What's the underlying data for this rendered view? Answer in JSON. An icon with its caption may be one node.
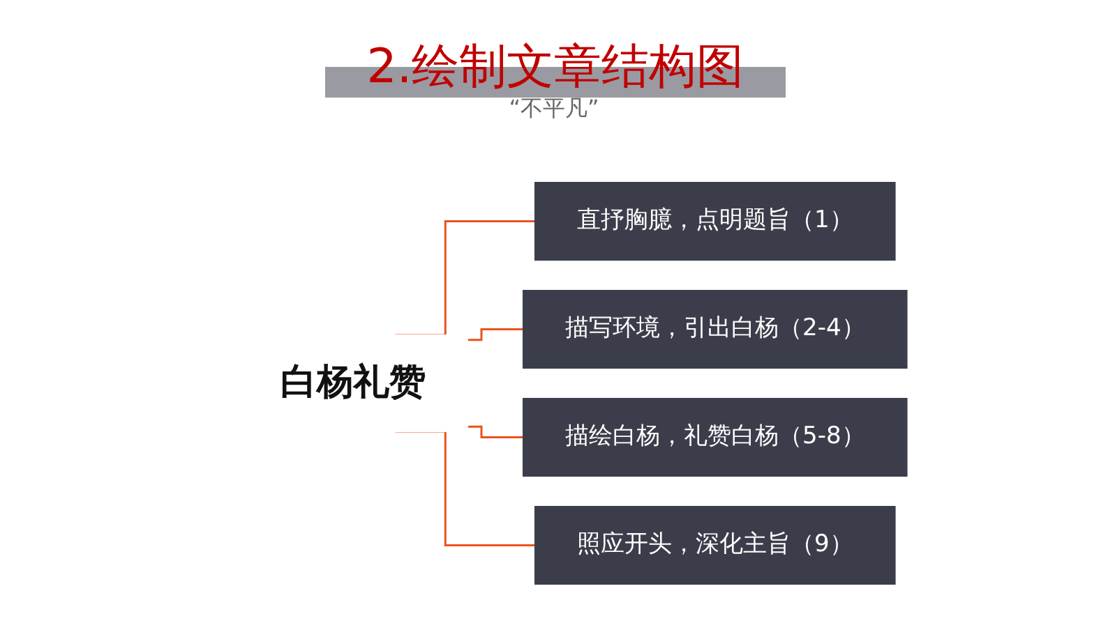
{
  "diagram": {
    "title": "2.绘制文章结构图",
    "nodes": [
      {
        "text": [
          "白杨礼赞"
        ]
      },
      {
        "text": [
          "直抒胸臆，点明题旨（1）"
        ]
      },
      {
        "text": [
          "描写环境，引出白杨（2-4）"
        ]
      },
      {
        "text": [
          "描绘白杨，礼赞白杨（5-8）"
        ]
      },
      {
        "text": [
          "照应开头，深化主旨（9）"
        ]
      }
    ],
    "edges": [
      {
        "from": 0,
        "to": 1,
        "arrow": "none"
      },
      {
        "from": 0,
        "to": 2,
        "arrow": "none"
      },
      {
        "from": 0,
        "to": 3,
        "arrow": "none"
      },
      {
        "from": 0,
        "to": 4,
        "arrow": "none"
      }
    ],
    "labels": [
      "“不平凡”"
    ]
  }
}
